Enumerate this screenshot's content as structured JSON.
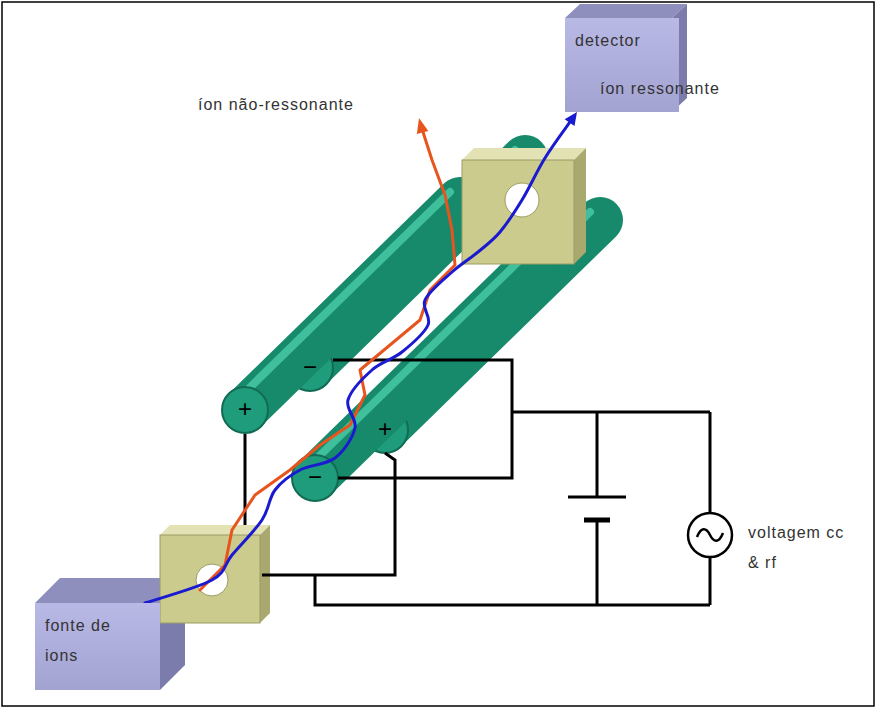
{
  "diagram": {
    "nodes": [
      {
        "text": [
          "detector"
        ]
      },
      {
        "text": [
          "fonte de ions"
        ]
      }
    ],
    "edges": [
      {
        "from": 1,
        "to": 0,
        "arrow": "to"
      }
    ],
    "labels": [
      "íon não-ressonante",
      "íon ressonante",
      "−",
      "+",
      "+",
      "−",
      "voltagem cc & rf"
    ]
  }
}
